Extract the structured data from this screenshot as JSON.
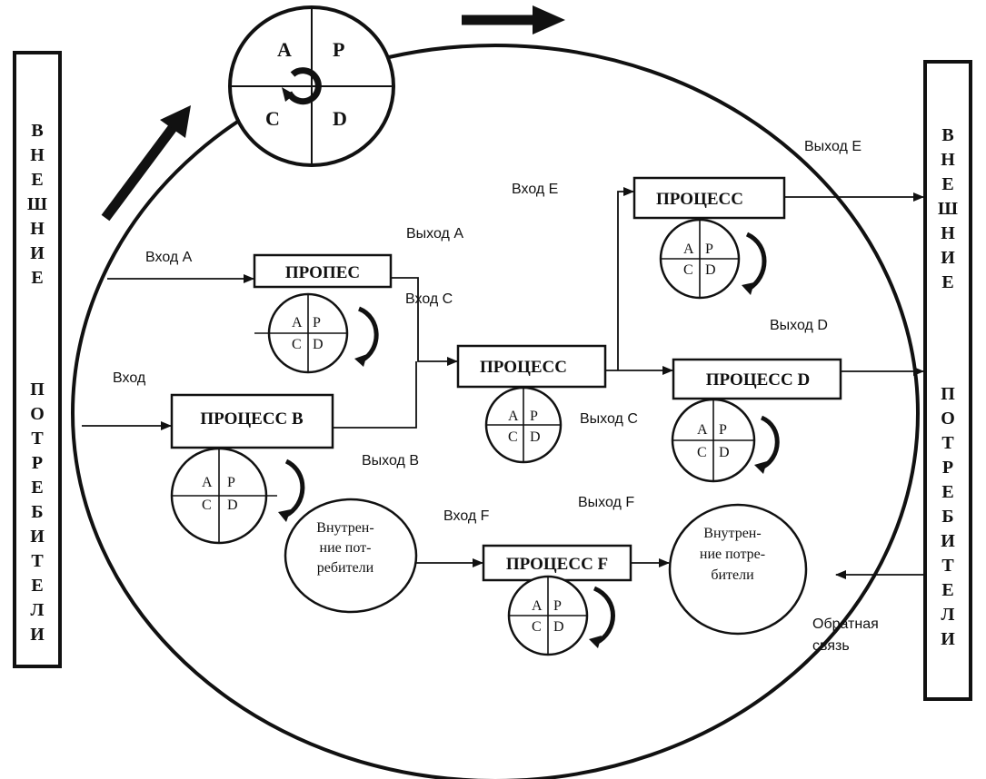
{
  "side_left": {
    "top": "ВНЕШНИЕ",
    "bottom": "ПОТРЕБИТЕЛИ"
  },
  "side_right": {
    "top": "ВНЕШНИЕ",
    "bottom": "ПОТРЕБИТЕЛИ"
  },
  "pdca": {
    "a": "A",
    "p": "P",
    "c": "C",
    "d": "D"
  },
  "processes": {
    "a": "ПРОПЕС",
    "b": "ПРОЦЕСС  В",
    "c": "ПРОЦЕСС",
    "e": "ПРОЦЕСС",
    "d": "ПРОЦЕСС D",
    "f": "ПРОЦЕСС  F"
  },
  "labels": {
    "vkhod_a": "Вход А",
    "vkhod": "Вход",
    "vkhod_e": "Вход E",
    "vkhod_c": "Вход С",
    "vkhod_f": "Вход F",
    "vykhod_a": "Выход А",
    "vykhod_b": "Выход В",
    "vykhod_c": "Выход С",
    "vykhod_d": "Выход D",
    "vykhod_e": "Выход E",
    "vykhod_f": "Выход F",
    "feedback_1": "Обратная",
    "feedback_2": "связь"
  },
  "internal_left": [
    "Внутрен-",
    "ние  пот-",
    "ребители"
  ],
  "internal_right": [
    "Внутрен-",
    "ние потре-",
    "бители"
  ]
}
